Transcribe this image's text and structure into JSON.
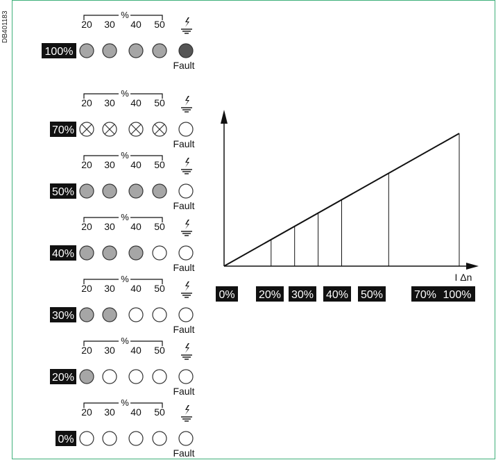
{
  "doc_id": "DB401183",
  "scale_labels": [
    "20",
    "30",
    "40",
    "50"
  ],
  "percent_sign": "%",
  "fault_label": "Fault",
  "panels": [
    {
      "label": "100%",
      "leds": [
        "gray",
        "gray",
        "gray",
        "gray"
      ],
      "fault": "dark"
    },
    {
      "label": "70%",
      "leds": [
        "blink",
        "blink",
        "blink",
        "blink"
      ],
      "fault": "off"
    },
    {
      "label": "50%",
      "leds": [
        "gray",
        "gray",
        "gray",
        "gray"
      ],
      "fault": "off"
    },
    {
      "label": "40%",
      "leds": [
        "gray",
        "gray",
        "gray",
        "off"
      ],
      "fault": "off"
    },
    {
      "label": "30%",
      "leds": [
        "gray",
        "gray",
        "off",
        "off"
      ],
      "fault": "off"
    },
    {
      "label": "20%",
      "leds": [
        "gray",
        "off",
        "off",
        "off"
      ],
      "fault": "off"
    },
    {
      "label": "0%",
      "leds": [
        "off",
        "off",
        "off",
        "off"
      ],
      "fault": "off"
    }
  ],
  "graph": {
    "axis_label": "I Δn",
    "x_labels": [
      "0%",
      "20%",
      "30%",
      "40%",
      "50%",
      "70%",
      "100%"
    ],
    "x_values": [
      0,
      20,
      30,
      40,
      50,
      70,
      100
    ]
  },
  "colors": {
    "frame": "#3fb07a",
    "led_gray": "#a6a6a6",
    "led_dark": "#555555",
    "label_bg": "#111111",
    "label_fg": "#ffffff"
  }
}
